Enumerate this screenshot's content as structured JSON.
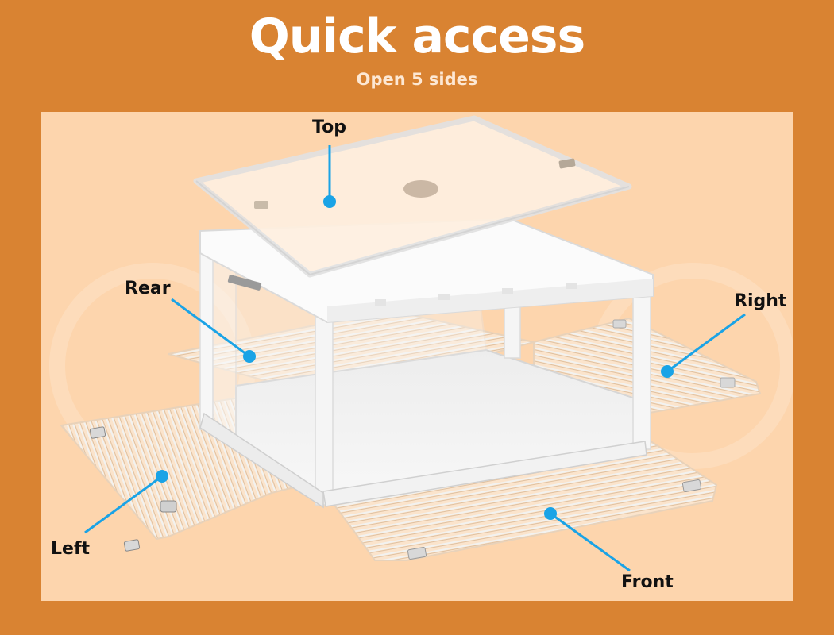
{
  "header": {
    "title": "Quick access",
    "subtitle": "Open 5 sides"
  },
  "colors": {
    "outer_background": "#d98332",
    "panel_background": "#fdd5ad",
    "callout_line": "#1aa3e6",
    "label_text": "#111111"
  },
  "product": {
    "name": "collapsible-storage-box",
    "image_alt": "Clear folding storage box with five opening panels"
  },
  "callouts": [
    {
      "id": "top",
      "label": "Top"
    },
    {
      "id": "rear",
      "label": "Rear"
    },
    {
      "id": "right",
      "label": "Right"
    },
    {
      "id": "left",
      "label": "Left"
    },
    {
      "id": "front",
      "label": "Front"
    }
  ]
}
